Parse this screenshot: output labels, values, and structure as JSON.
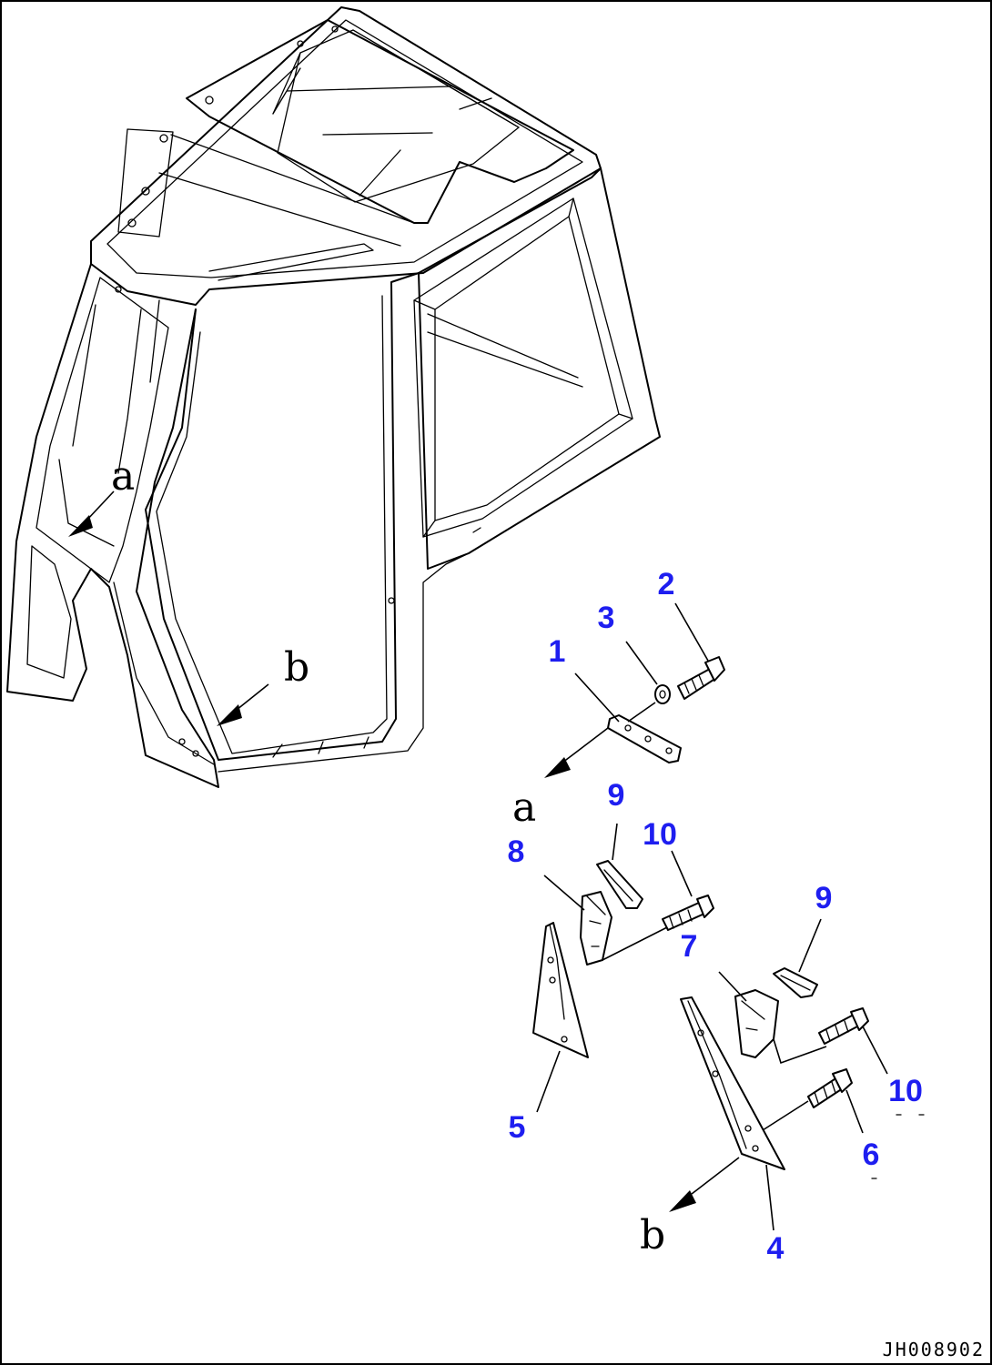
{
  "colors": {
    "callout": "#1e1ef0",
    "line": "#000000",
    "background": "#ffffff"
  },
  "callouts": {
    "c1": "1",
    "c2": "2",
    "c3": "3",
    "c4": "4",
    "c5": "5",
    "c6": "6",
    "c7": "7",
    "c8": "8",
    "c9": "9",
    "c10": "10"
  },
  "references": {
    "a": "a",
    "b": "b"
  },
  "drawing_code": "JH008902"
}
